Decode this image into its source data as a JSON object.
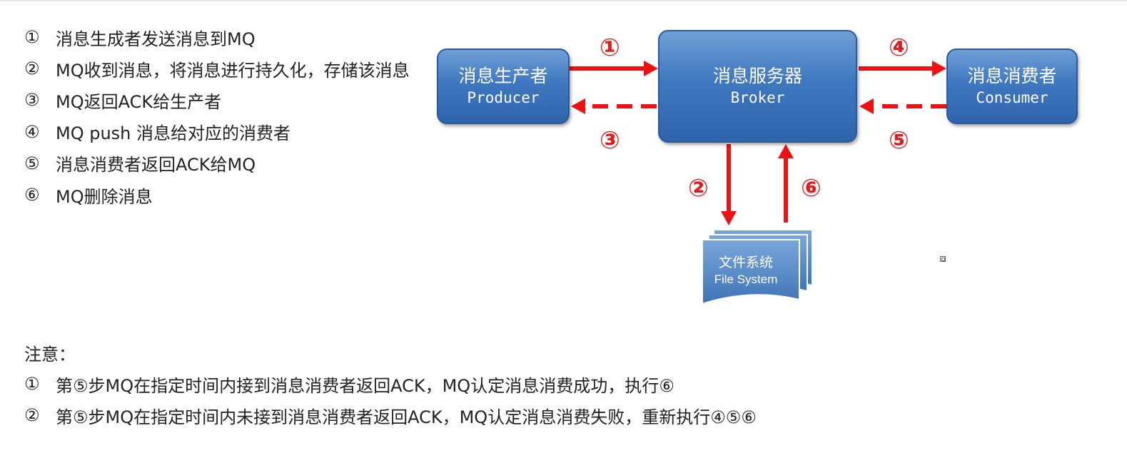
{
  "steps": [
    {
      "num": "①",
      "text": "消息生成者发送消息到MQ"
    },
    {
      "num": "②",
      "text": "MQ收到消息，将消息进行持久化，存储该消息"
    },
    {
      "num": "③",
      "text": "MQ返回ACK给生产者"
    },
    {
      "num": "④",
      "text": "MQ push 消息给对应的消费者"
    },
    {
      "num": "⑤",
      "text": "消息消费者返回ACK给MQ"
    },
    {
      "num": "⑥",
      "text": "MQ删除消息"
    }
  ],
  "diagram": {
    "producer": {
      "cn": "消息生产者",
      "en": "Producer"
    },
    "broker": {
      "cn": "消息服务器",
      "en": "Broker"
    },
    "consumer": {
      "cn": "消息消费者",
      "en": "Consumer"
    },
    "filesystem": {
      "cn": "文件系统",
      "en": "File System"
    },
    "arrow_labels": {
      "a1": "①",
      "a2": "②",
      "a3": "③",
      "a4": "④",
      "a5": "⑤",
      "a6": "⑥"
    },
    "arrow_color": "#ee1111",
    "box_color": "#3f78c0"
  },
  "notes": {
    "title": "注意：",
    "items": [
      {
        "num": "①",
        "text": "第⑤步MQ在指定时间内接到消息消费者返回ACK，MQ认定消息消费成功，执行⑥"
      },
      {
        "num": "②",
        "text": "第⑤步MQ在指定时间内未接到消息消费者返回ACK，MQ认定消息消费失败，重新执行④⑤⑥"
      }
    ]
  }
}
